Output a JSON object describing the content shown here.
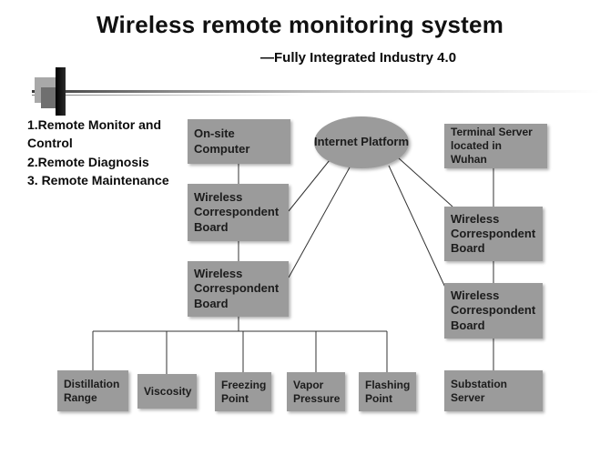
{
  "colors": {
    "box_fill": "#9b9b9b",
    "box_text": "#1c1c1c",
    "connector": "#333333",
    "title_text": "#111111",
    "background": "#ffffff"
  },
  "header": {
    "title": "Wireless remote monitoring system",
    "subtitle": "—Fully Integrated Industry 4.0"
  },
  "features": [
    "1.Remote Monitor and Control",
    "2.Remote Diagnosis",
    "3. Remote Maintenance"
  ],
  "nodes": {
    "onsite_computer": {
      "label": "On-site Computer"
    },
    "internet_platform": {
      "label": "Internet Platform"
    },
    "terminal_server": {
      "label": "Terminal Server located in Wuhan"
    },
    "wcb_left_top": {
      "label": "Wireless Correspondent Board"
    },
    "wcb_left_bottom": {
      "label": "Wireless Correspondent Board"
    },
    "wcb_right_top": {
      "label": "Wireless Correspondent Board"
    },
    "wcb_right_bottom": {
      "label": "Wireless Correspondent Board"
    },
    "substation_server": {
      "label": "Substation Server"
    },
    "sensors": [
      "Distillation Range",
      "Viscosity",
      "Freezing Point",
      "Vapor Pressure",
      "Flashing Point"
    ]
  }
}
